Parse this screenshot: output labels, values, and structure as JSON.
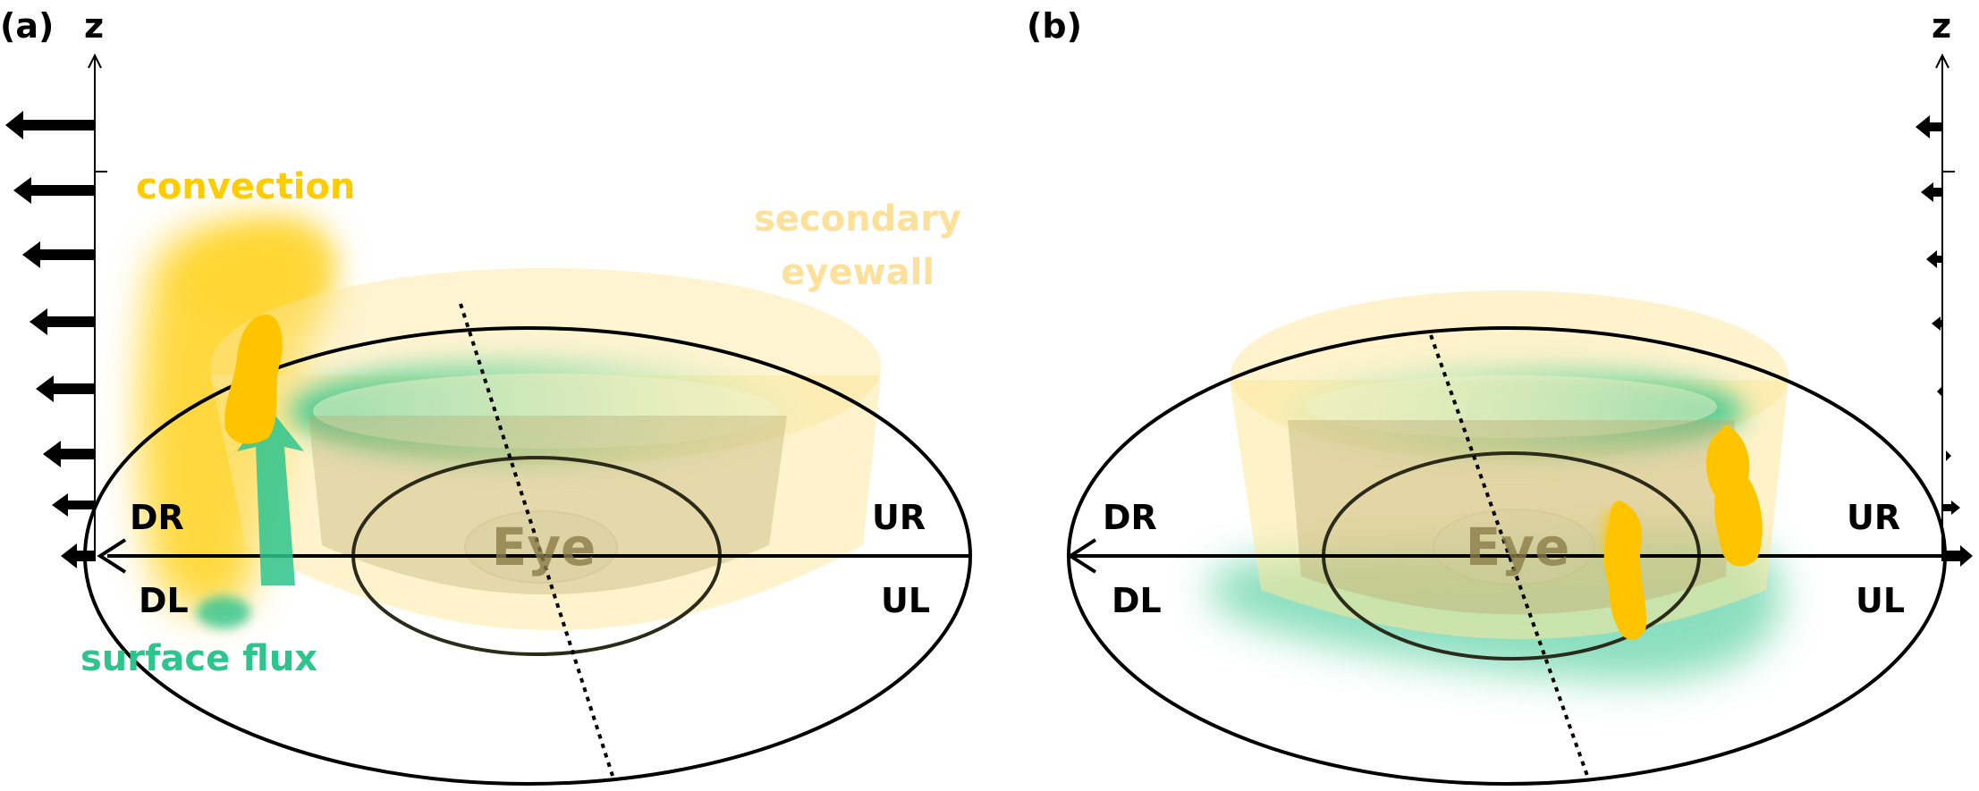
{
  "panel_a": {
    "tag": "(a)",
    "z_label": "z",
    "quadrants": {
      "dr": "DR",
      "dl": "DL",
      "ur": "UR",
      "ul": "UL"
    },
    "eye_label": "Eye",
    "convection_label": "convection",
    "secondary_eyewall_label": [
      "secondary",
      "eyewall"
    ],
    "surface_flux_label": "surface flux",
    "shear_profile": "strong, leftward at all levels"
  },
  "panel_b": {
    "tag": "(b)",
    "z_label": "z",
    "quadrants": {
      "dr": "DR",
      "dl": "DL",
      "ur": "UR",
      "ul": "UL"
    },
    "eye_label": "Eye",
    "shear_profile": "weak, leftward aloft, rightward near surface"
  },
  "colors": {
    "convection": "#ffcc00",
    "secondary_eyewall": "#fde79a",
    "surface_flux": "#2ec48d",
    "outline": "#000000"
  }
}
